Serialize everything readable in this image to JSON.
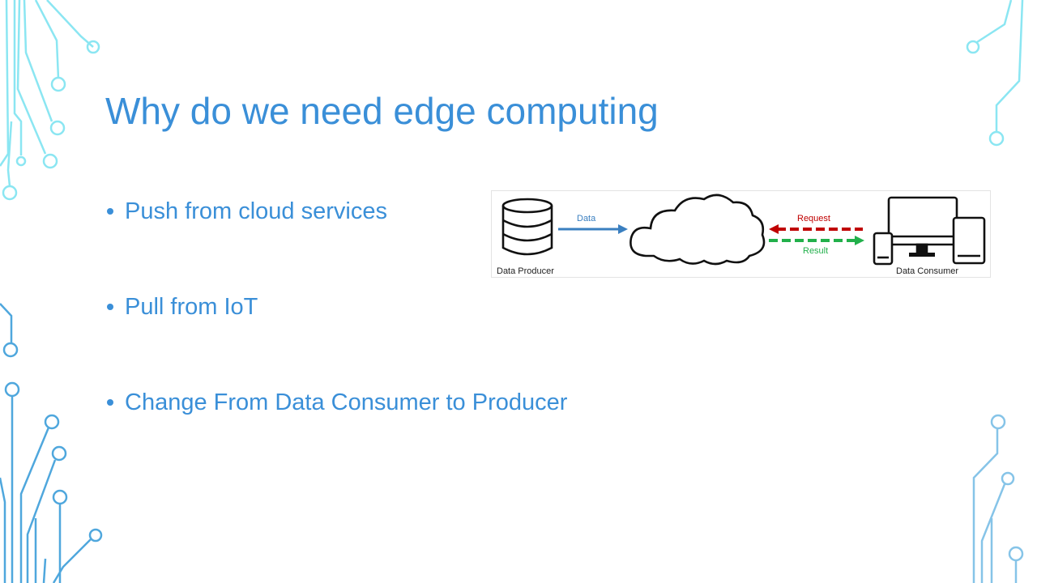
{
  "slide": {
    "title": "Why do we need edge computing",
    "bullets": [
      "Push from cloud services",
      "Pull from IoT",
      "Change From Data Consumer to Producer"
    ]
  },
  "diagram": {
    "producer_label": "Data Producer",
    "data_label": "Data",
    "request_label": "Request",
    "result_label": "Result",
    "consumer_label": "Data Consumer"
  },
  "colors": {
    "accent": "#3a8fd8",
    "data_arrow": "#3a7fc0",
    "request_arrow": "#c00000",
    "result_arrow": "#22b04b",
    "circuit_light": "#7fe3f0",
    "circuit_dark": "#5aa8dc"
  }
}
